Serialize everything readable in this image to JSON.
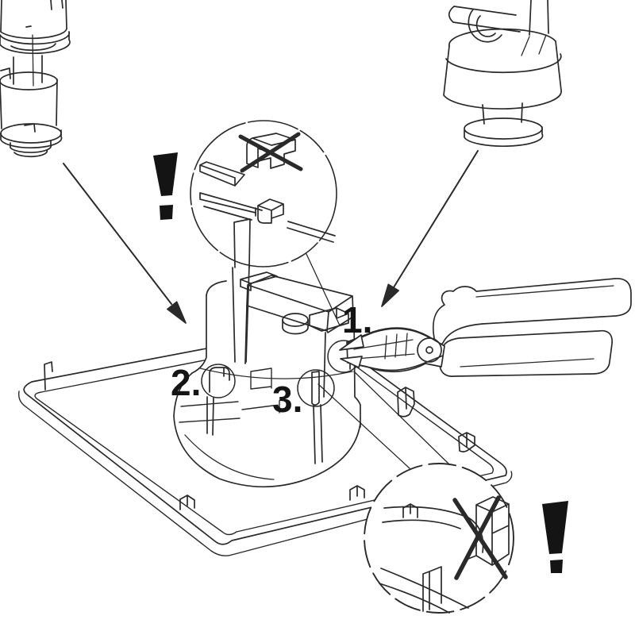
{
  "figure": {
    "background": "#ffffff",
    "line_color": "#2a2a2a",
    "label_color": "#141414"
  },
  "steps": [
    {
      "label": "1."
    },
    {
      "label": "2."
    },
    {
      "label": "3."
    }
  ],
  "warnings": [
    {
      "icon": "exclamation-icon",
      "glyph": "!"
    },
    {
      "icon": "exclamation-icon",
      "glyph": "!"
    }
  ],
  "detail_circles": [
    {
      "marker_icon": "x-cross-icon"
    },
    {
      "marker_icon": "x-cross-icon"
    }
  ],
  "arrows": [
    {
      "icon": "arrow-down-right-icon"
    },
    {
      "icon": "arrow-down-left-icon"
    }
  ]
}
